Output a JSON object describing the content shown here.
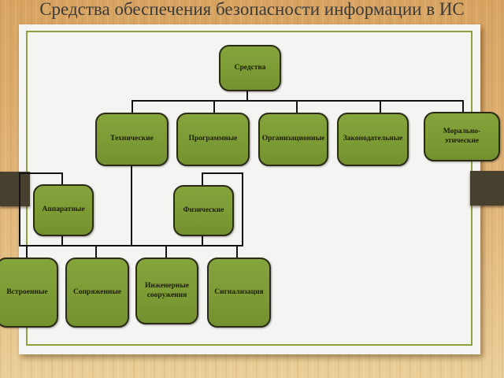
{
  "slide_title": "Средства обеспечения безопасности информации в ИС",
  "diagram": {
    "type": "hierarchy",
    "nodes": {
      "sredstva": {
        "label": "Средства",
        "level": 1
      },
      "tekhnicheskie": {
        "label": "Технические",
        "level": 2
      },
      "programmnye": {
        "label": "Программные",
        "level": 2
      },
      "organizatsionnye": {
        "label": "Организационные",
        "level": 2
      },
      "zakonodatelnye": {
        "label": "Законодательные",
        "level": 2
      },
      "moralno_eticheskie": {
        "label": "Морально-этические",
        "level": 2
      },
      "apparatnye": {
        "label": "Аппаратные",
        "level": 3
      },
      "fizicheskie": {
        "label": "Физические",
        "level": 3
      },
      "vstroennye": {
        "label": "Встроенные",
        "level": 4
      },
      "sopryazhennye": {
        "label": "Сопряженные",
        "level": 4
      },
      "inzhenernye": {
        "label": "Инженерные сооружения",
        "level": 4
      },
      "signalizatsiya": {
        "label": "Сигнализация",
        "level": 4
      }
    },
    "edges": [
      [
        "sredstva",
        "tekhnicheskie"
      ],
      [
        "sredstva",
        "programmnye"
      ],
      [
        "sredstva",
        "organizatsionnye"
      ],
      [
        "sredstva",
        "zakonodatelnye"
      ],
      [
        "sredstva",
        "moralno_eticheskie"
      ],
      [
        "tekhnicheskie",
        "apparatnye"
      ],
      [
        "tekhnicheskie",
        "fizicheskie"
      ],
      [
        "tekhnicheskie",
        "vstroennye"
      ],
      [
        "tekhnicheskie",
        "sopryazhennye"
      ],
      [
        "tekhnicheskie",
        "inzhenernye"
      ],
      [
        "tekhnicheskie",
        "signalizatsiya"
      ]
    ]
  },
  "colors": {
    "node_fill": "#7d9b35",
    "node_border": "#2a2a17",
    "node_text": "#1d1d05",
    "connector": "#141414",
    "slide_background": "#f4f4f2",
    "slide_border_green": "#8ba23f",
    "wood_background_top": "#d7a462",
    "wood_background_bottom": "#eace97",
    "dark_bar": "#48402f",
    "title_text": "#3c3c3c"
  }
}
